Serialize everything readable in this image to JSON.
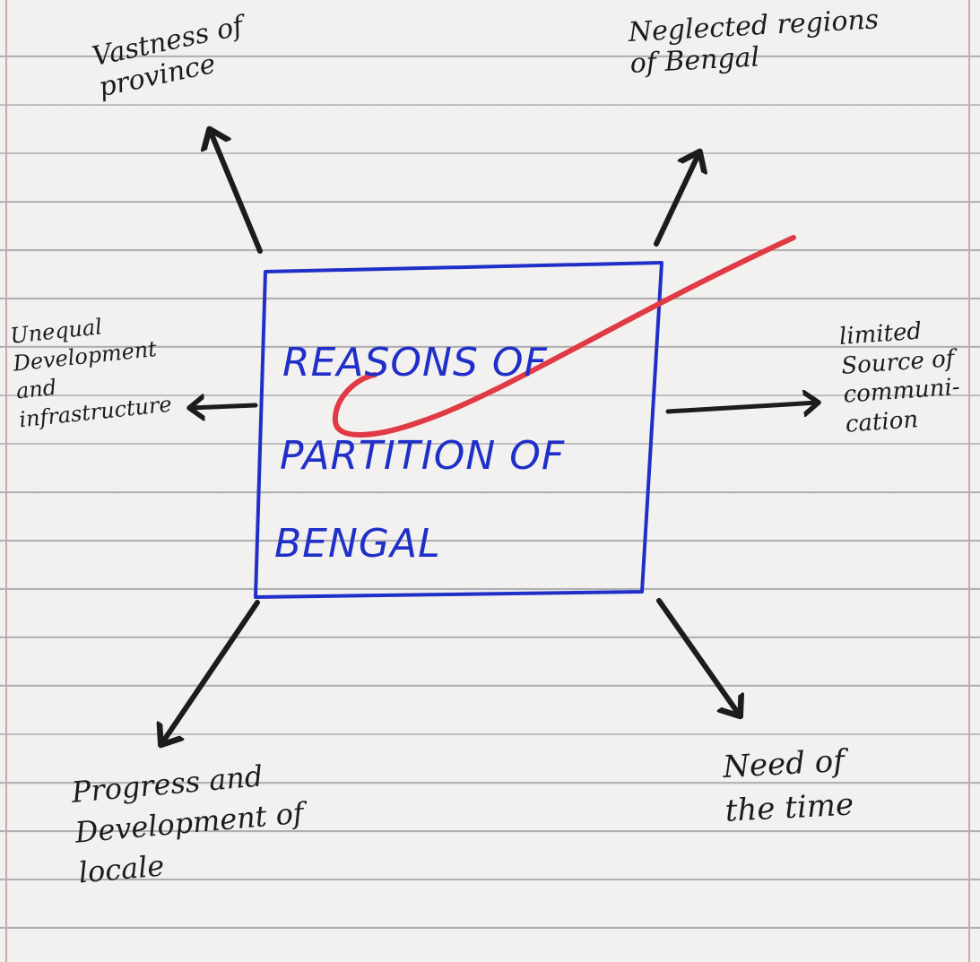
{
  "center": {
    "line1": "REASONS  OF",
    "line2": "PARTITION  OF",
    "line3": "BENGAL"
  },
  "reasons": {
    "top_left": "Vastness of\nprovince",
    "top_right": "Neglected regions\nof  Bengal",
    "left": "Unequal\nDevelopment\nand\ninfrastructure",
    "right": "limited\nSource of\ncommuni-\ncation",
    "bottom_left": "Progress  and\nDevelopment of\nlocale",
    "bottom_right": "Need  of\nthe  time"
  },
  "colors": {
    "ink": "#1c1c1e",
    "box": "#1f2fc8",
    "mark": "#e03a44",
    "paper": "#f3f1ef"
  }
}
